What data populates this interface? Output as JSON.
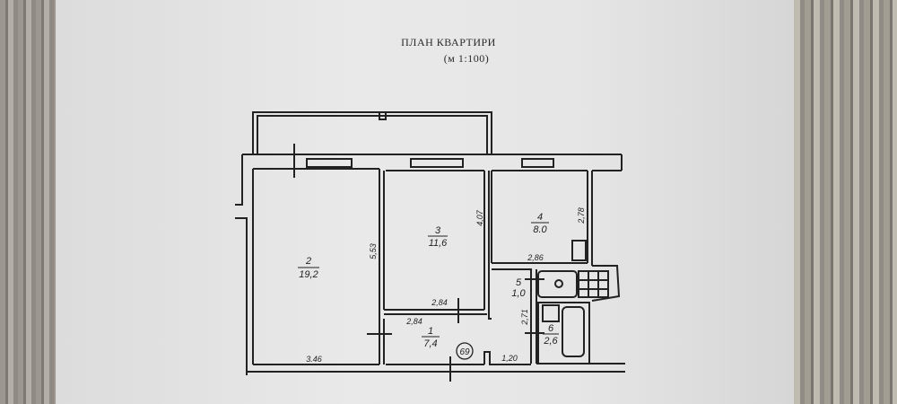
{
  "title": "ПЛАН КВАРТИРИ",
  "scale": "(м 1:100)",
  "rooms": [
    {
      "number": "1",
      "area": "7,4"
    },
    {
      "number": "2",
      "area": "19,2"
    },
    {
      "number": "3",
      "area": "11,6"
    },
    {
      "number": "4",
      "area": "8.0"
    },
    {
      "number": "5",
      "area": "1,0"
    },
    {
      "number": "6",
      "area": "2,6"
    }
  ],
  "dimensions": {
    "room2_height": "5,53",
    "room2_width": "3.46",
    "room3_height": "4,07",
    "room3_width": "2,84",
    "room4_height": "2,78",
    "room4_width": "2,86",
    "corridor_width": "2,84",
    "corridor_end": "1,20",
    "bath_height": "2,71"
  },
  "apartment_number": "69",
  "colors": {
    "ink": "#222222",
    "paper": "#e6e6e6"
  }
}
